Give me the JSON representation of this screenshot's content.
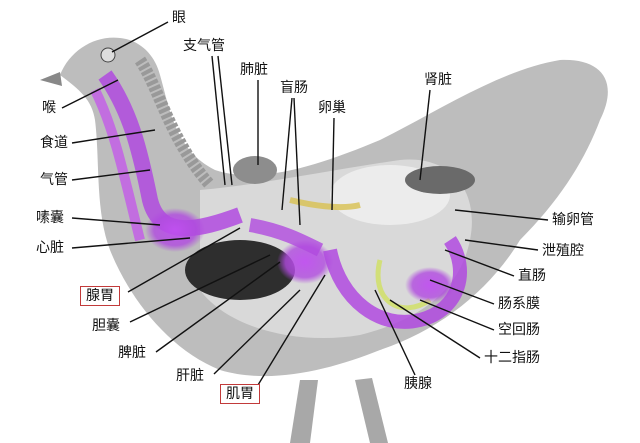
{
  "title": "鸡的内脏解剖图",
  "labels": {
    "eye": "眼",
    "bronchus": "支气管",
    "lung": "肺脏",
    "cecum": "盲肠",
    "ovary": "卵巢",
    "kidney": "肾脏",
    "larynx": "喉",
    "esophagus": "食道",
    "trachea": "气管",
    "crop": "嗉囊",
    "heart": "心脏",
    "proventriculus": "腺胃",
    "gallbladder": "胆囊",
    "spleen": "脾脏",
    "liver": "肝脏",
    "gizzard": "肌胃",
    "pancreas": "胰腺",
    "duodenum": "十二指肠",
    "jejunum_ileum": "空回肠",
    "mesentery": "肠系膜",
    "rectum": "直肠",
    "cloaca": "泄殖腔",
    "oviduct": "输卵管"
  },
  "colors": {
    "highlight": "#b04adf",
    "box": "#c23a3a",
    "body": "#b9b9b9"
  }
}
